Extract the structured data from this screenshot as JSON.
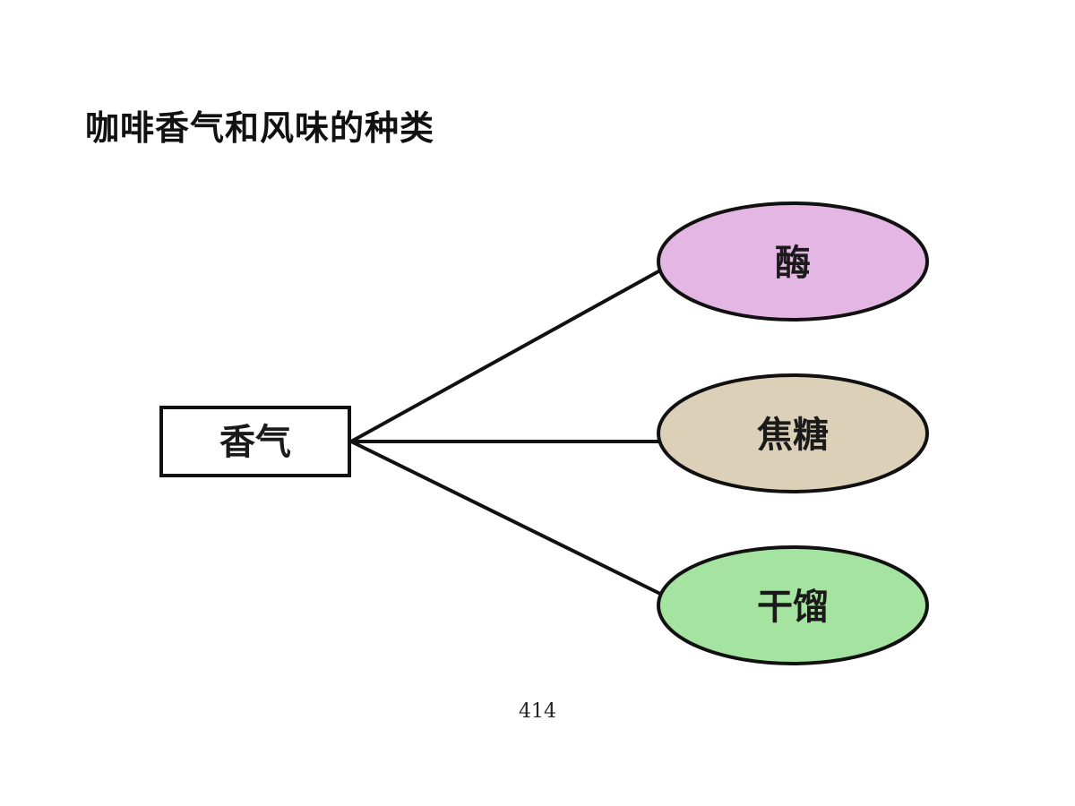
{
  "title": "咖啡香气和风味的种类",
  "diagram": {
    "root": {
      "label": "香气"
    },
    "branches": [
      {
        "label": "酶",
        "color": "#e4b6e3"
      },
      {
        "label": "焦糖",
        "color": "#ddd0b9"
      },
      {
        "label": "干馏",
        "color": "#a5e3a1"
      }
    ]
  },
  "page_number": "414"
}
